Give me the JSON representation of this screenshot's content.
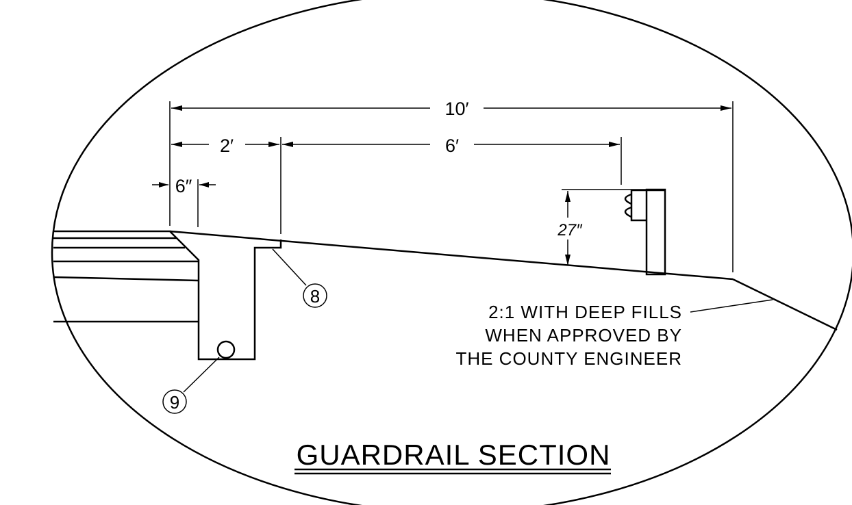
{
  "dimensions": {
    "overall_width": "10′",
    "offset": "2′",
    "clear_zone": "6′",
    "curb_offset": "6″",
    "rail_height": "27″"
  },
  "callouts": {
    "item_8": "8",
    "item_9": "9"
  },
  "slope_note": {
    "line1": "2:1 WITH DEEP FILLS",
    "line2": "WHEN APPROVED BY",
    "line3": "THE COUNTY ENGINEER"
  },
  "title": "GUARDRAIL SECTION"
}
